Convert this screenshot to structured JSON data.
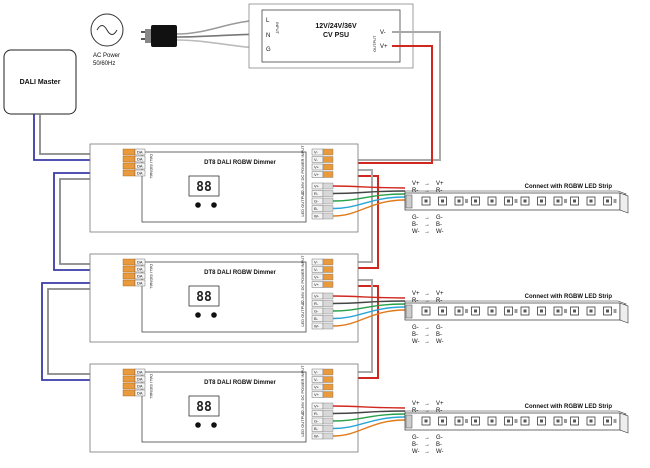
{
  "ac_source": {
    "label_line1": "AC Power",
    "label_line2": "50/60Hz"
  },
  "psu": {
    "title_line1": "12V/24V/36V",
    "title_line2": "CV PSU",
    "input_label": "INPUT",
    "output_label": "OUTPUT",
    "terminals_in": [
      "L",
      "N",
      "G"
    ],
    "terminals_out": [
      "V-",
      "V+"
    ]
  },
  "dali_master": {
    "label": "DALI Master"
  },
  "dimmer": {
    "title": "DT8 DALI RGBW Dimmer",
    "display": "88",
    "dali_label": "DALI SIGNAL",
    "power_label": "12-36V DC POWER INPUT",
    "led_label": "LED OUTPUT",
    "left_terminals": [
      "DA",
      "DA",
      "DA",
      "DA"
    ],
    "right_terminals_power": [
      "V-",
      "V-",
      "V+",
      "V+"
    ],
    "right_terminals_led": [
      "V+",
      "R-",
      "G-",
      "B-",
      "W-"
    ],
    "buttons": [
      "",
      ""
    ]
  },
  "led_strip": {
    "label": "Connect with RGBW LED Strip",
    "mapping_top": [
      [
        "V+",
        "V+"
      ],
      [
        "R-",
        "R-"
      ]
    ],
    "mapping_bottom": [
      [
        "G-",
        "G-"
      ],
      [
        "B-",
        "B-"
      ],
      [
        "W-",
        "W-"
      ]
    ]
  },
  "wire_colors": {
    "red": "#d0281e",
    "dark": "#444444",
    "gray": "#a9a9a9",
    "blue": "#3a3aa8",
    "green": "#27a04a",
    "cyan": "#2aa6d6",
    "orange": "#e07b1b",
    "terminal": "#e89a3c"
  }
}
